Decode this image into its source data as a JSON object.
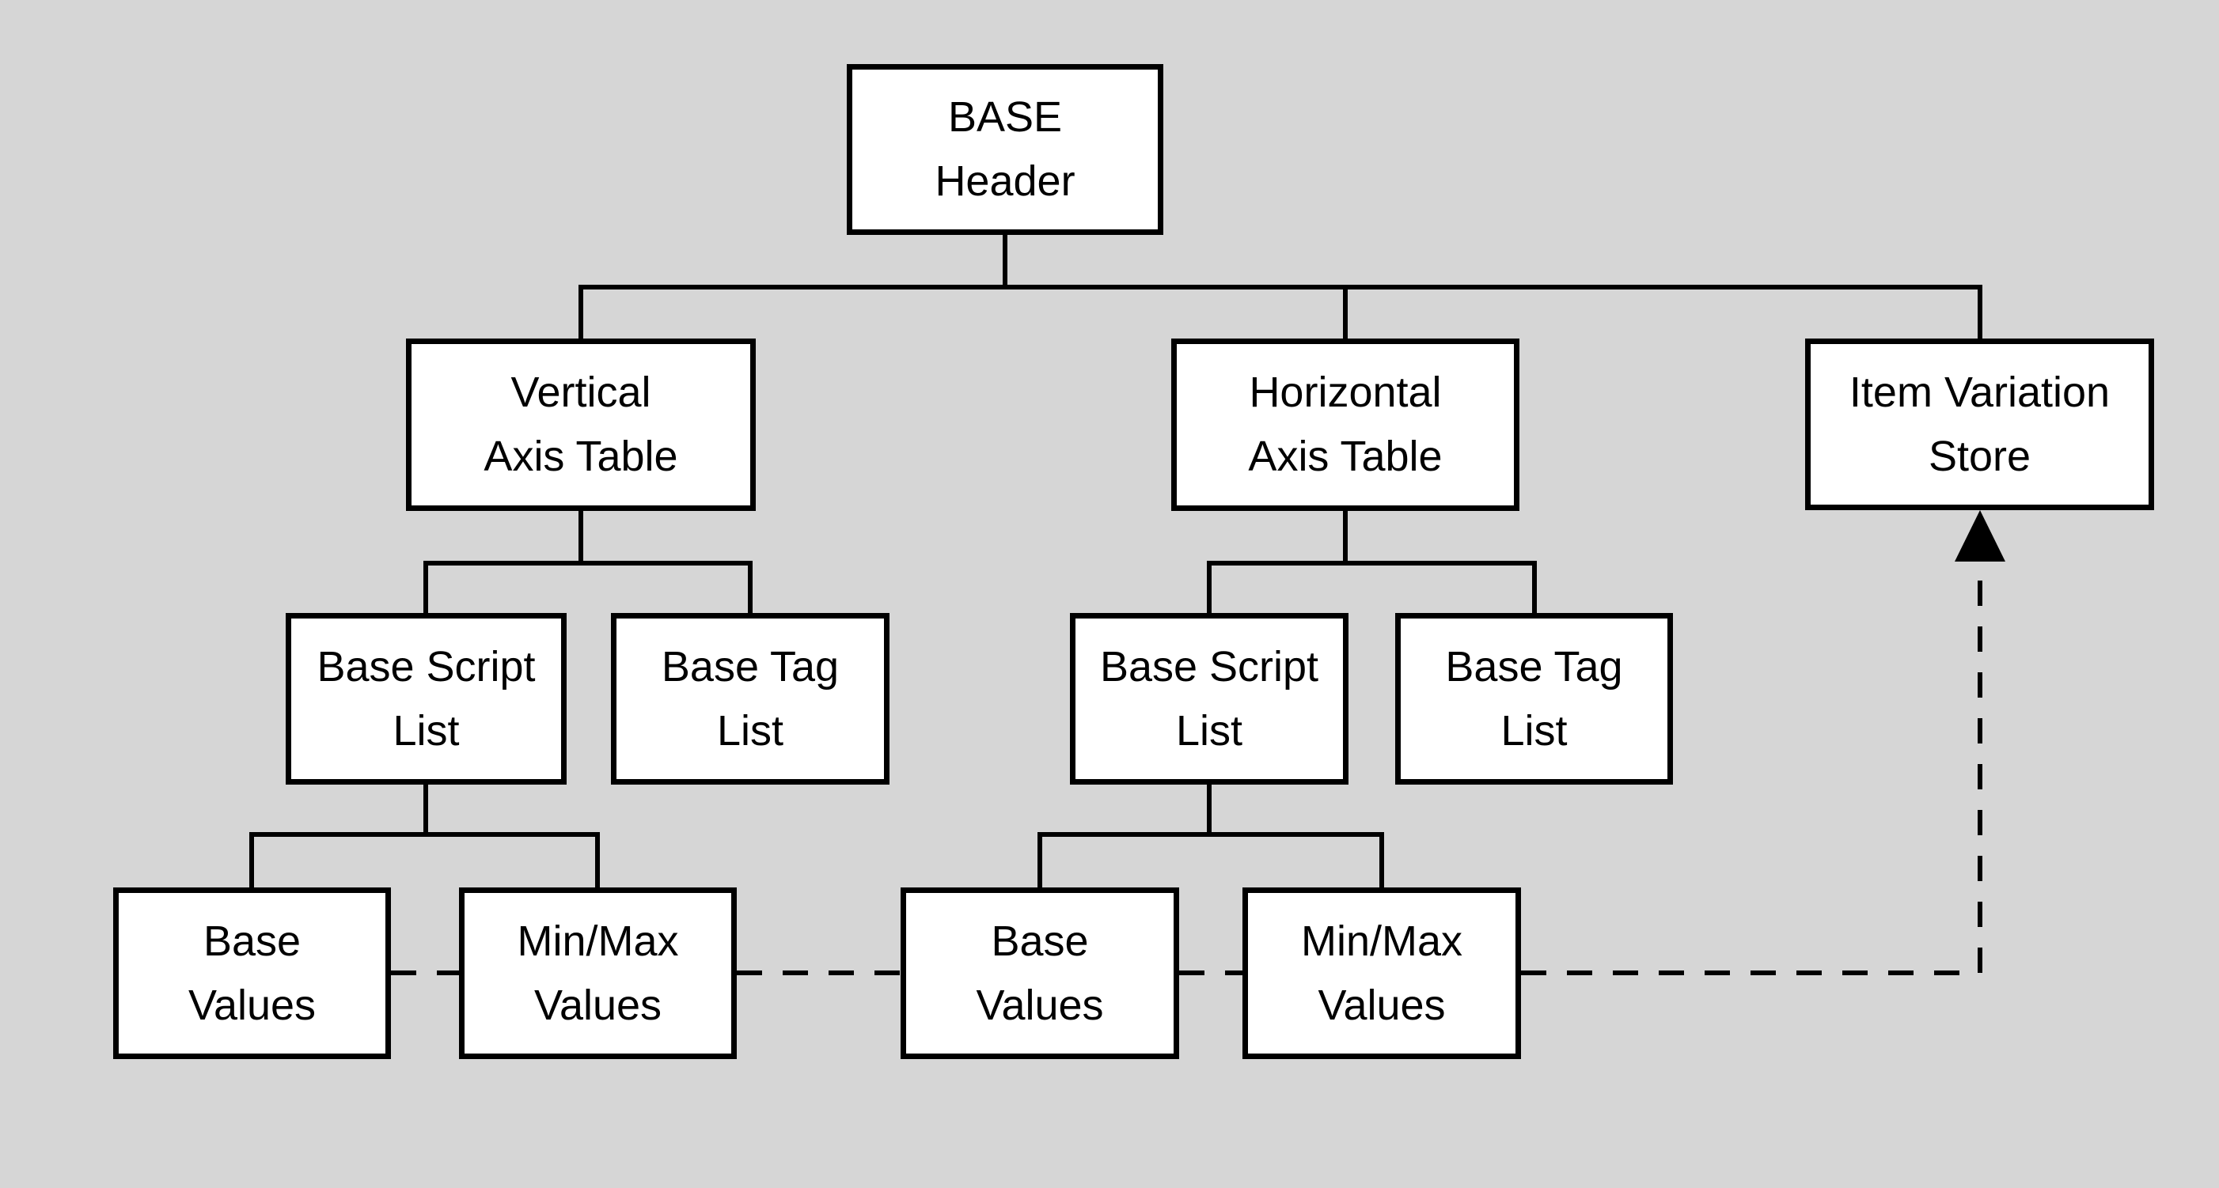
{
  "diagram": {
    "type": "tree-diagram",
    "colors": {
      "background": "#d6d6d6",
      "node_fill": "#ffffff",
      "node_border": "#000000",
      "line_color": "#000000"
    },
    "nodes": {
      "base_header": {
        "label": "BASE\nHeader"
      },
      "vertical_axis_table": {
        "label": "Vertical\nAxis Table"
      },
      "horizontal_axis_table": {
        "label": "Horizontal\nAxis Table"
      },
      "item_variation_store": {
        "label": "Item Variation\nStore"
      },
      "base_script_list_vertical": {
        "label": "Base Script\nList"
      },
      "base_tag_list_vertical": {
        "label": "Base Tag\nList"
      },
      "base_script_list_horizontal": {
        "label": "Base Script\nList"
      },
      "base_tag_list_horizontal": {
        "label": "Base Tag\nList"
      },
      "base_values_vertical": {
        "label": "Base\nValues"
      },
      "minmax_values_vertical": {
        "label": "Min/Max\nValues"
      },
      "base_values_horizontal": {
        "label": "Base\nValues"
      },
      "minmax_values_horizontal": {
        "label": "Min/Max\nValues"
      }
    },
    "edges": [
      {
        "from": "base_header",
        "to": "vertical_axis_table",
        "style": "solid"
      },
      {
        "from": "base_header",
        "to": "horizontal_axis_table",
        "style": "solid"
      },
      {
        "from": "base_header",
        "to": "item_variation_store",
        "style": "solid"
      },
      {
        "from": "vertical_axis_table",
        "to": "base_script_list_vertical",
        "style": "solid"
      },
      {
        "from": "vertical_axis_table",
        "to": "base_tag_list_vertical",
        "style": "solid"
      },
      {
        "from": "base_script_list_vertical",
        "to": "base_values_vertical",
        "style": "solid"
      },
      {
        "from": "base_script_list_vertical",
        "to": "minmax_values_vertical",
        "style": "solid"
      },
      {
        "from": "horizontal_axis_table",
        "to": "base_script_list_horizontal",
        "style": "solid"
      },
      {
        "from": "horizontal_axis_table",
        "to": "base_tag_list_horizontal",
        "style": "solid"
      },
      {
        "from": "base_script_list_horizontal",
        "to": "base_values_horizontal",
        "style": "solid"
      },
      {
        "from": "base_script_list_horizontal",
        "to": "minmax_values_horizontal",
        "style": "solid"
      },
      {
        "from": "base_values_vertical",
        "to": "minmax_values_vertical",
        "style": "dashed"
      },
      {
        "from": "minmax_values_vertical",
        "to": "base_values_horizontal",
        "style": "dashed"
      },
      {
        "from": "base_values_horizontal",
        "to": "minmax_values_horizontal",
        "style": "dashed"
      },
      {
        "from": "minmax_values_horizontal",
        "to": "item_variation_store",
        "style": "dashed-arrow"
      }
    ]
  }
}
